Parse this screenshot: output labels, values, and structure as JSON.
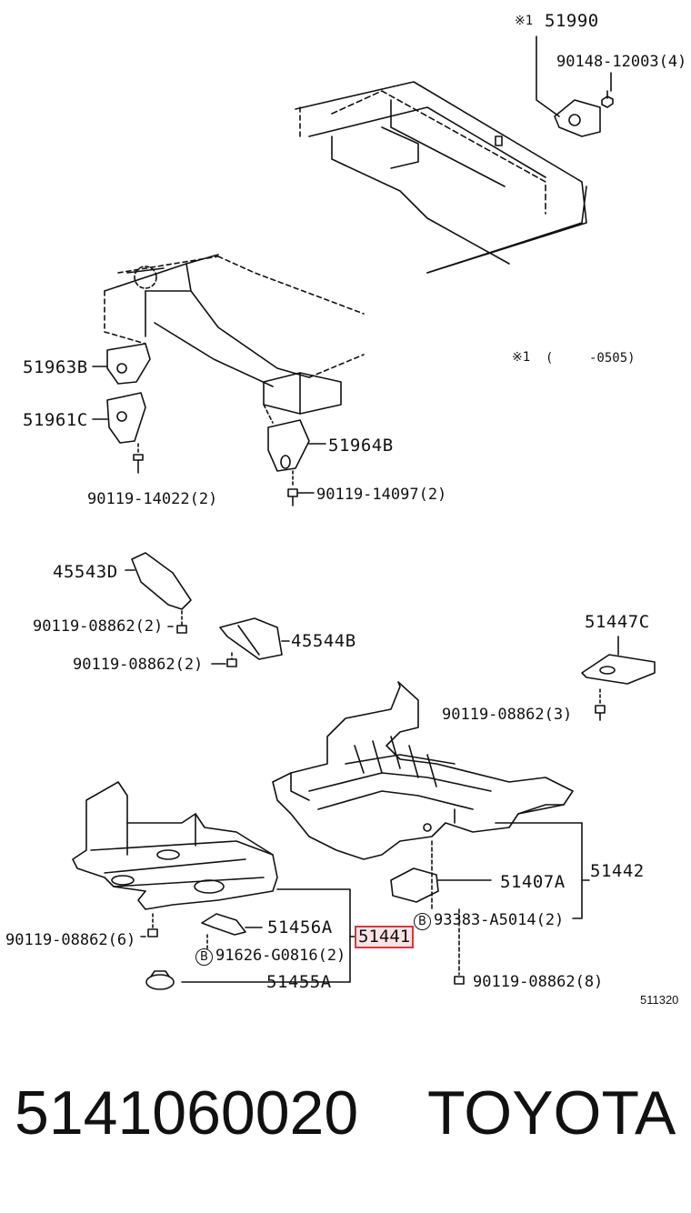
{
  "note": {
    "mark": "※1",
    "range_open": "(",
    "range_value": "-0505)"
  },
  "labels": {
    "p51990": "51990",
    "p90148": "90148-12003(4)",
    "p51963": "51963B",
    "p51961": "51961C",
    "p90119_14022": "90119-14022(2)",
    "p51964": "51964B",
    "p90119_14097": "90119-14097(2)",
    "p45543": "45543D",
    "p90119_08862a": "90119-08862(2)",
    "p90119_08862b": "90119-08862(2)",
    "p45544": "45544B",
    "p51447": "51447C",
    "p90119_08862c": "90119-08862(3)",
    "p51442": "51442",
    "p51407": "51407A",
    "p93383": "93383-A5014(2)",
    "p51456": "51456A",
    "p51441": "51441",
    "p91626": "91626-G0816(2)",
    "p51455": "51455A",
    "p90119_08862d": "90119-08862(6)",
    "p90119_08862e": "90119-08862(8)"
  },
  "circle_letter": "B",
  "figure_ref": "511320",
  "footer": {
    "part_number": "5141060020",
    "brand": "TOYOTA"
  },
  "colors": {
    "highlight_border": "#d9363e",
    "highlight_fill": "#fbe3e4",
    "line": "#111111"
  }
}
